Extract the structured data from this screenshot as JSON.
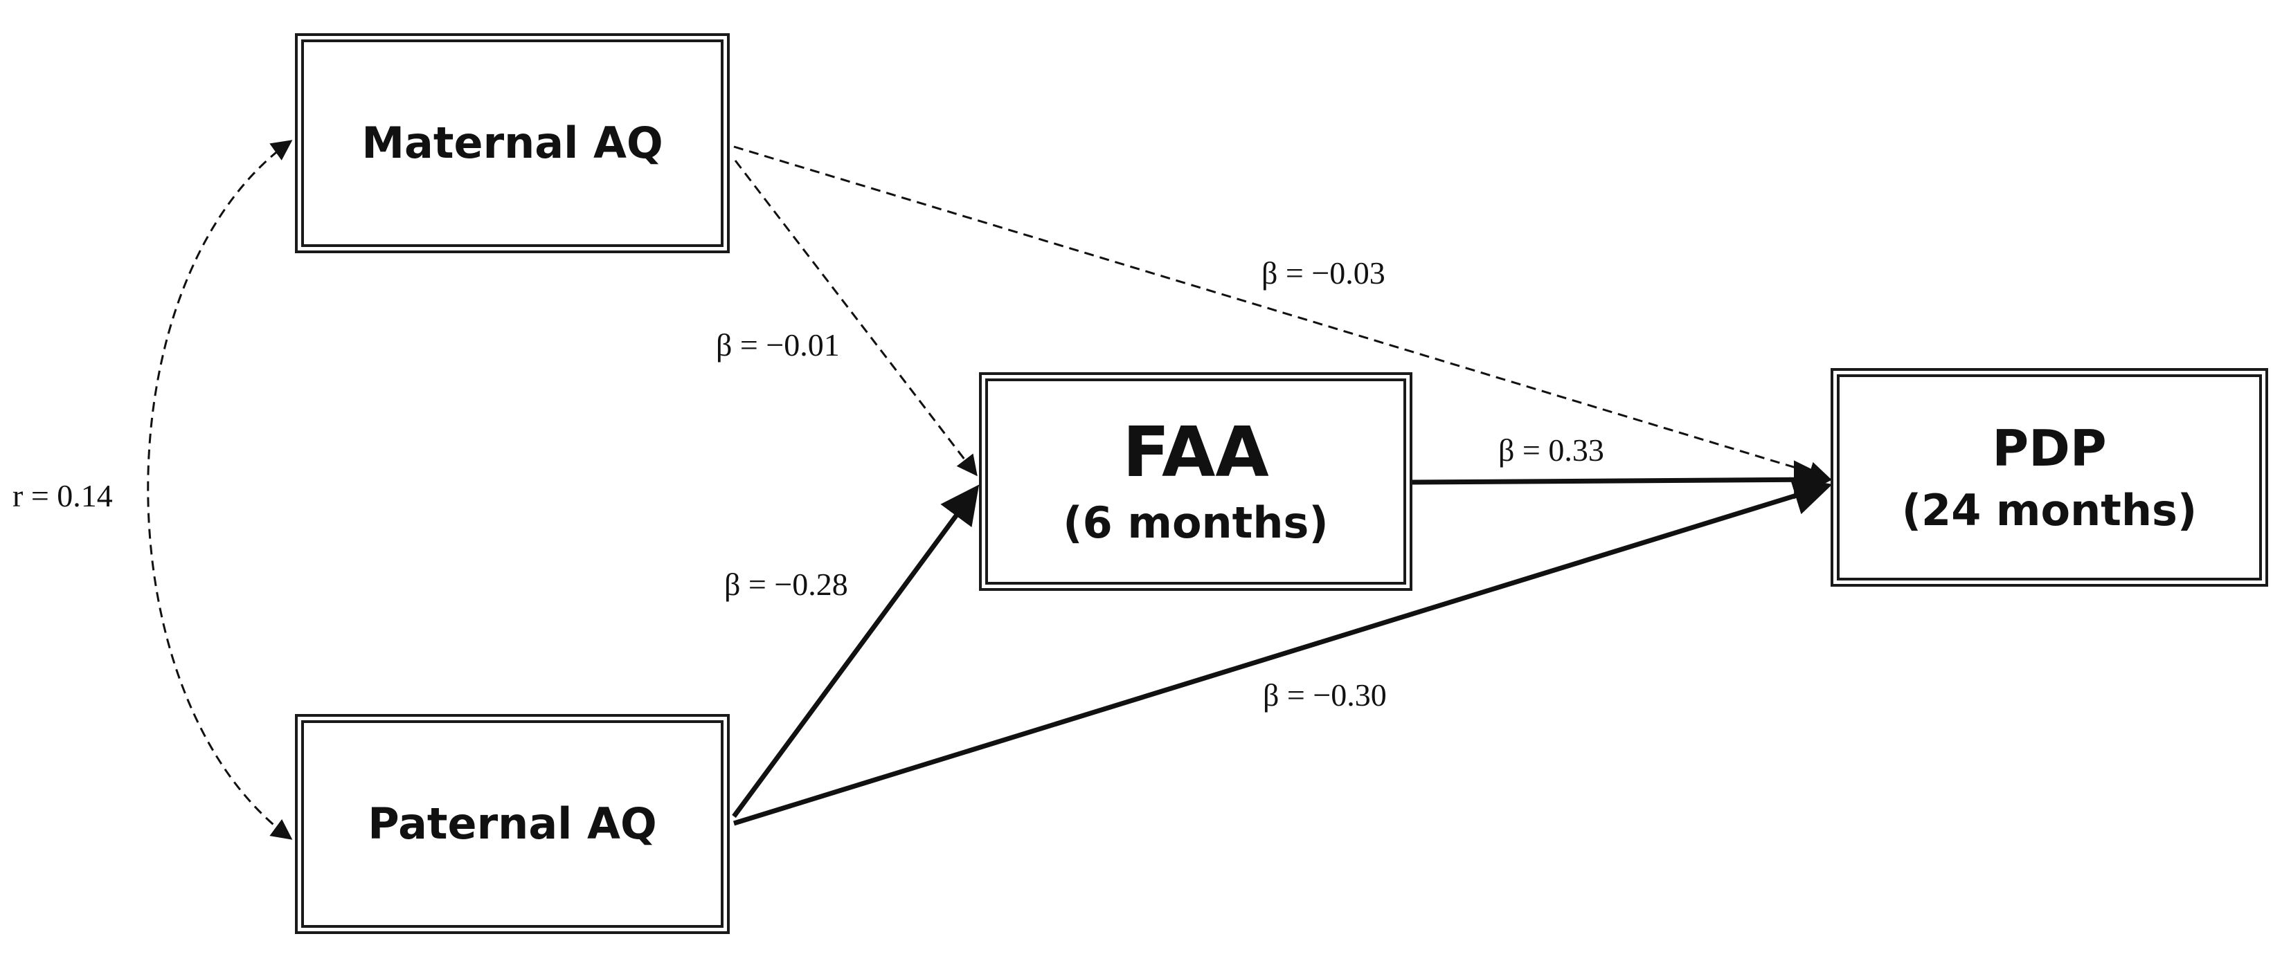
{
  "nodes": {
    "maternal_aq": {
      "label": "Maternal AQ"
    },
    "paternal_aq": {
      "label": "Paternal AQ"
    },
    "faa": {
      "label": "FAA",
      "sublabel": "(6 months)"
    },
    "pdp": {
      "label": "PDP",
      "sublabel": "(24 months)"
    }
  },
  "paths": {
    "maternal_to_faa": {
      "label": "β = −0.01",
      "style": "dashed"
    },
    "maternal_to_pdp": {
      "label": "β = −0.03",
      "style": "dashed"
    },
    "paternal_to_faa": {
      "label": "β = −0.28",
      "style": "solid"
    },
    "paternal_to_pdp": {
      "label": "β = −0.30",
      "style": "solid"
    },
    "faa_to_pdp": {
      "label": "β = 0.33",
      "style": "solid"
    },
    "maternal_paternal_correlation": {
      "label": "r = 0.14",
      "style": "dashed"
    }
  },
  "colors": {
    "line": "#111111",
    "background": "#ffffff"
  }
}
